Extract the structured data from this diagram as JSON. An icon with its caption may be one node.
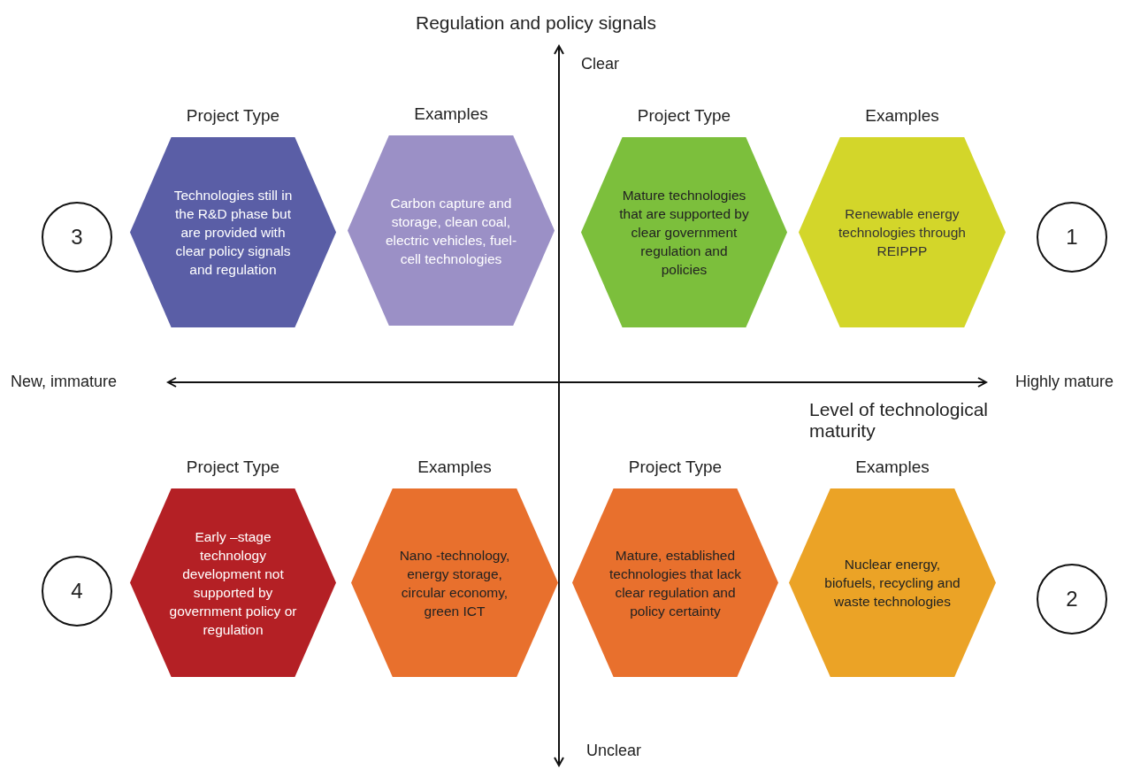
{
  "diagram": {
    "nodes": [
      {
        "text": [
          "3"
        ]
      },
      {
        "text": [
          "Project Type",
          "Technologies still in the R&D phase but are provided with clear policy signals and regulation"
        ]
      },
      {
        "text": [
          "Examples",
          "Carbon capture and storage, clean coal, electric vehicles, fuel-cell technologies"
        ]
      },
      {
        "text": [
          "Project Type",
          "Mature technologies that are supported by clear government regulation and policies"
        ]
      },
      {
        "text": [
          "Examples",
          "Renewable energy technologies through REIPPP"
        ]
      },
      {
        "text": [
          "1"
        ]
      },
      {
        "text": [
          "4"
        ]
      },
      {
        "text": [
          "Project Type",
          "Early –stage technology development not supported by government policy or regulation"
        ]
      },
      {
        "text": [
          "Examples",
          "Nano -technology, energy storage, circular economy, green ICT"
        ]
      },
      {
        "text": [
          "Project Type",
          "Mature, established technologies that lack clear regulation and policy certainty"
        ]
      },
      {
        "text": [
          "Examples",
          "Nuclear energy, biofuels, recycling and waste technologies"
        ]
      },
      {
        "text": [
          "2"
        ]
      }
    ],
    "labels": [
      "Regulation and policy signals",
      "Clear",
      "New, immature",
      "Highly mature",
      "Level of technological maturity",
      "Unclear"
    ]
  }
}
